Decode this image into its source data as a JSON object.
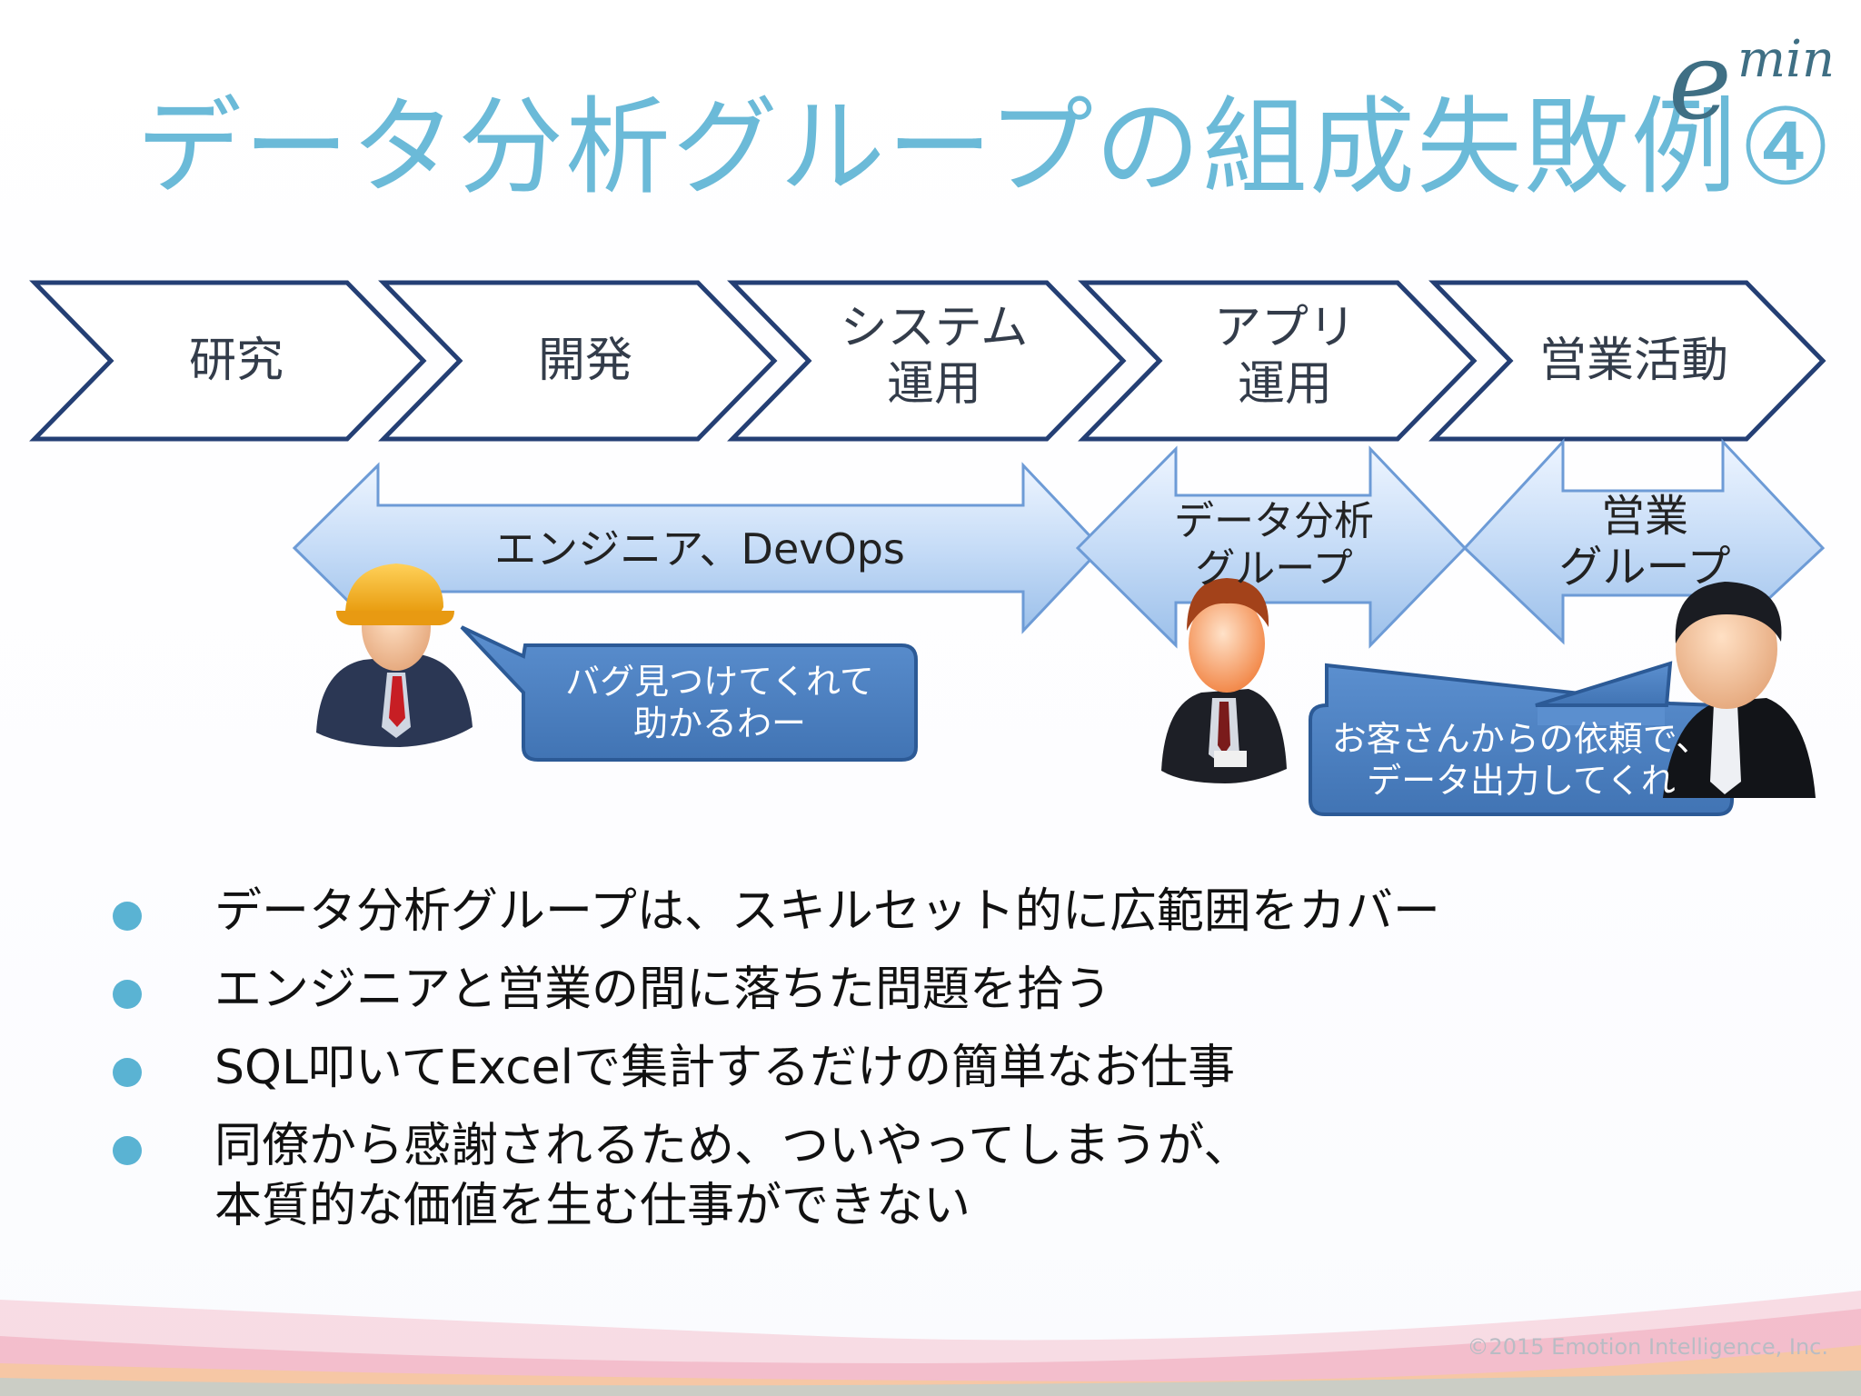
{
  "slide": {
    "title": "データ分析グループの組成失敗例④",
    "logo": {
      "e": "e",
      "rest": "min"
    },
    "stages": [
      {
        "line1": "研究",
        "line2": ""
      },
      {
        "line1": "開発",
        "line2": ""
      },
      {
        "line1": "システム",
        "line2": "運用"
      },
      {
        "line1": "アプリ",
        "line2": "運用"
      },
      {
        "line1": "営業活動",
        "line2": ""
      }
    ],
    "arrows": [
      {
        "line1": "エンジニア、DevOps",
        "line2": ""
      },
      {
        "line1": "データ分析",
        "line2": "グループ"
      },
      {
        "line1": "営業",
        "line2": "グループ"
      }
    ],
    "bubbles": [
      {
        "line1": "バグ見つけてくれて",
        "line2": "助かるわー"
      },
      {
        "line1": "お客さんからの依頼で、",
        "line2": "データ出力してくれ"
      }
    ],
    "bullets": [
      {
        "line1": "データ分析グループは、スキルセット的に広範囲をカバー",
        "line2": ""
      },
      {
        "line1": "エンジニアと営業の間に落ちた問題を拾う",
        "line2": ""
      },
      {
        "line1": "SQL叩いてExcelで集計するだけの簡単なお仕事",
        "line2": ""
      },
      {
        "line1": "同僚から感謝されるため、ついやってしまうが、",
        "line2": "本質的な価値を生む仕事ができない"
      }
    ],
    "copyright": "©2015 Emotion Intelligence, Inc.",
    "colors": {
      "title": "#6bbad8",
      "chevron_stroke": "#243f74",
      "bubble": "#4a7fbf",
      "bullet": "#5ab3d3"
    }
  }
}
